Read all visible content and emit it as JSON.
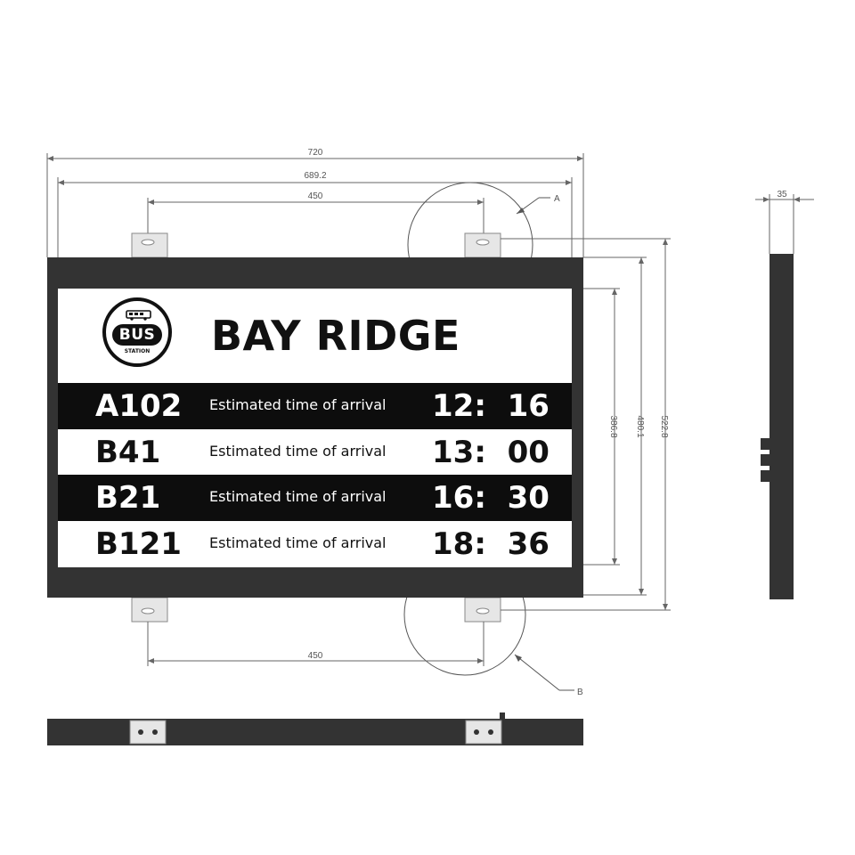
{
  "drawing": {
    "dimensions": {
      "overall_width": "720",
      "inner_width": "689.2",
      "top_bracket_spacing": "450",
      "bottom_bracket_spacing": "450",
      "depth": "35",
      "screen_height": "386.8",
      "body_height": "480.1",
      "overall_height": "522.8"
    },
    "callouts": {
      "detail_a": "A",
      "detail_b": "B"
    },
    "colors": {
      "frame": "#333333",
      "row_dark": "#0d0d0d",
      "line": "#666666"
    }
  },
  "sign": {
    "logo": {
      "main": "BUS",
      "sub": "STATION",
      "icon": "bus-icon"
    },
    "station_name": "BAY RIDGE",
    "rows": [
      {
        "route": "A102",
        "label": "Estimated time of arrival",
        "time": "12:  16",
        "style": "dark"
      },
      {
        "route": "B41",
        "label": "Estimated time of arrival",
        "time": "13:  00",
        "style": "light"
      },
      {
        "route": "B21",
        "label": "Estimated time of arrival",
        "time": "16:  30",
        "style": "dark"
      },
      {
        "route": "B121",
        "label": "Estimated time of arrival",
        "time": "18:  36",
        "style": "light"
      }
    ]
  }
}
